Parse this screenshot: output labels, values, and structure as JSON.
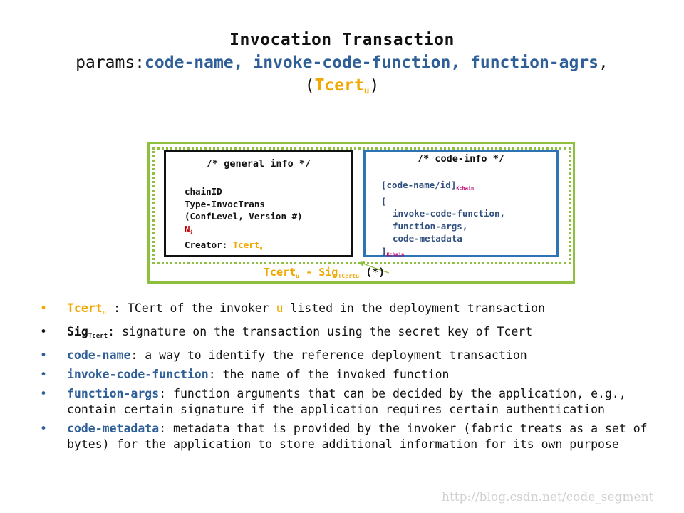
{
  "title": "Invocation Transaction",
  "params": {
    "prefix": "params:",
    "items": [
      "code-name",
      "invoke-code-function",
      "function-agrs"
    ],
    "tcert_open": "(",
    "tcert": "Tcert",
    "tcert_sub": "u",
    "tcert_close": ")"
  },
  "general_info": {
    "header": "/* general info */",
    "lines": [
      "chainID",
      "Type-InvocTrans",
      "(ConfLevel, Version #)"
    ],
    "ni": "N",
    "ni_sub": "i",
    "creator_label": "Creator: ",
    "creator_value": "Tcert",
    "creator_sub": "u"
  },
  "code_info": {
    "header": "/* code-info */",
    "first": "[code-name/id]",
    "first_sub": "Kchain",
    "open": "[",
    "items": [
      "invoke-code-function,",
      "function-args,",
      "code-metadata"
    ],
    "close": "]",
    "close_sub": "Kchain"
  },
  "signature_line": {
    "tcert": "Tcert",
    "tcert_sub": "u",
    "dash": " - ",
    "sig": "Sig",
    "sig_sub": "TCertu",
    "star": " (*)"
  },
  "bullets": [
    {
      "dot": "•",
      "term": "Tcert",
      "term_sub": "u",
      "pre": " : TCert of the invoker ",
      "u": "u",
      "rest": " listed in the deployment transaction"
    },
    {
      "dot": "•",
      "term": "Sig",
      "term_sub": "Tcert",
      "text": ": signature on the transaction using the secret key of Tcert"
    },
    {
      "dot": "•",
      "term": "code-name",
      "text": ": a way to identify the reference deployment transaction"
    },
    {
      "dot": "•",
      "term": "invoke-code-function",
      "text": ": the name of the invoked function"
    },
    {
      "dot": "•",
      "term": "function-args",
      "text": ": function arguments that can be decided by the application, e.g., contain certain signature if the application requires certain authentication"
    },
    {
      "dot": "•",
      "term": "code-metadata",
      "text": ": metadata that is provided by the invoker (fabric treats as a set of bytes) for the application to store additional information for its own purpose"
    }
  ],
  "watermark": "http://blog.csdn.net/code_segment",
  "colors": {
    "blue_term": "#2f5f98",
    "orange": "#f0a800",
    "green_border": "#8fbf3f",
    "blue_border": "#2e74b5",
    "red": "#c00000",
    "magenta": "#c0006a"
  }
}
